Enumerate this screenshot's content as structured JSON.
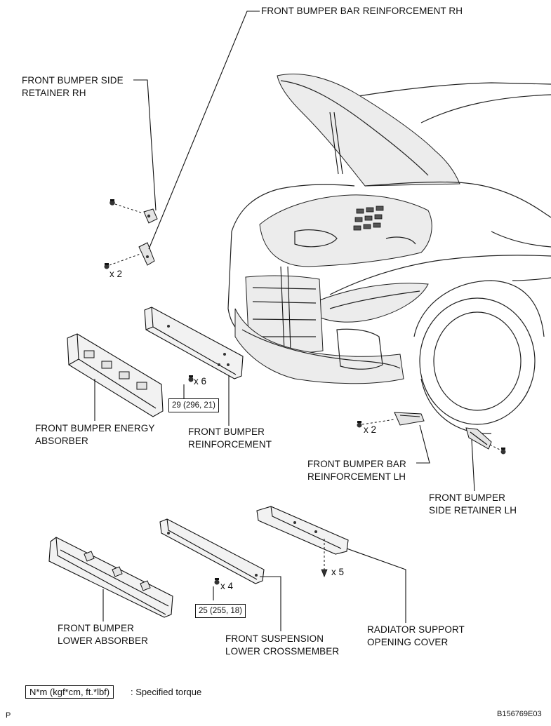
{
  "labels": {
    "bar_reinf_rh": "FRONT BUMPER BAR REINFORCEMENT RH",
    "side_retainer_rh_1": "FRONT BUMPER SIDE",
    "side_retainer_rh_2": "RETAINER RH",
    "energy_absorber_1": "FRONT BUMPER ENERGY",
    "energy_absorber_2": "ABSORBER",
    "reinforcement_1": "FRONT BUMPER",
    "reinforcement_2": "REINFORCEMENT",
    "bar_reinf_lh_1": "FRONT BUMPER BAR",
    "bar_reinf_lh_2": "REINFORCEMENT LH",
    "side_retainer_lh_1": "FRONT BUMPER",
    "side_retainer_lh_2": "SIDE RETAINER LH",
    "lower_absorber_1": "FRONT BUMPER",
    "lower_absorber_2": "LOWER ABSORBER",
    "crossmember_1": "FRONT SUSPENSION",
    "crossmember_2": "LOWER CROSSMEMBER",
    "radiator_cover_1": "RADIATOR SUPPORT",
    "radiator_cover_2": "OPENING COVER"
  },
  "quantities": {
    "rh_bolts": "x 2",
    "reinforcement_bolts": "x 6",
    "lh_bolts": "x 2",
    "crossmember_bolts": "x 4",
    "cover_clips": "x 5"
  },
  "torques": {
    "reinforcement": "29 (296, 21)",
    "crossmember": "25 (255, 18)"
  },
  "legend": {
    "box": "N*m (kgf*cm, ft.*lbf)",
    "text": ": Specified torque"
  },
  "corner": {
    "left": "P",
    "right": "B156769E03"
  }
}
